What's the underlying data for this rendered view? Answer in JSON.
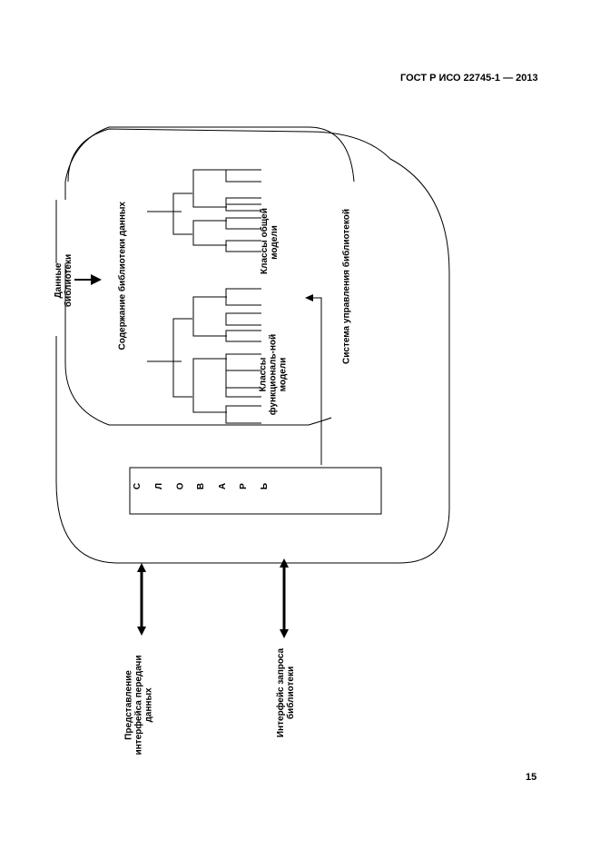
{
  "header": {
    "standard": "ГОСТ Р ИСО 22745-1 — 2013"
  },
  "page_number": "15",
  "diagram": {
    "input_label_line1": "Данные",
    "input_label_line2": "библиотеки",
    "content_title": "Содержание библиотеки данных",
    "general_classes_line1": "Классы общей",
    "general_classes_line2": "модели",
    "functional_classes_line1": "Классы",
    "functional_classes_line2": "функциональ-ной",
    "functional_classes_line3": "модели",
    "management_system": "Система управления библиотекой",
    "dictionary_letters": [
      "С",
      "Л",
      "О",
      "В",
      "А",
      "Р",
      "Ь"
    ],
    "interface_left_line1": "Представление",
    "interface_left_line2": "интерфейса передачи",
    "interface_left_line3": "данных",
    "interface_right_line1": "Интерфейс запроса",
    "interface_right_line2": "библиотеки"
  }
}
